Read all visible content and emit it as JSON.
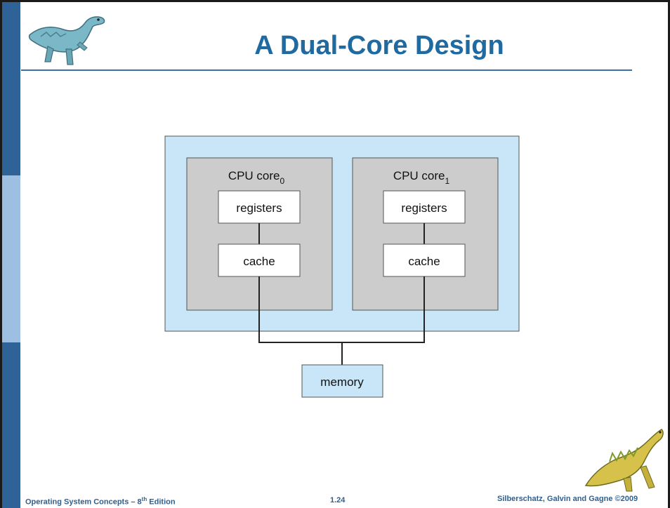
{
  "slide": {
    "title": "A Dual-Core Design"
  },
  "diagram": {
    "cores": [
      {
        "label_main": "CPU core",
        "label_sub": "0",
        "registers": "registers",
        "cache": "cache"
      },
      {
        "label_main": "CPU core",
        "label_sub": "1",
        "registers": "registers",
        "cache": "cache"
      }
    ],
    "memory": "memory"
  },
  "footer": {
    "book": "Operating System Concepts – 8",
    "book_sup": "th",
    "book_end": " Edition",
    "page": "1.24",
    "copyright": "Silberschatz, Galvin and Gagne ©2009"
  },
  "colors": {
    "sidebar": "#2f6296",
    "title": "#1f6aa0",
    "chip": "#c8e6f8",
    "core": "#cccccc"
  }
}
